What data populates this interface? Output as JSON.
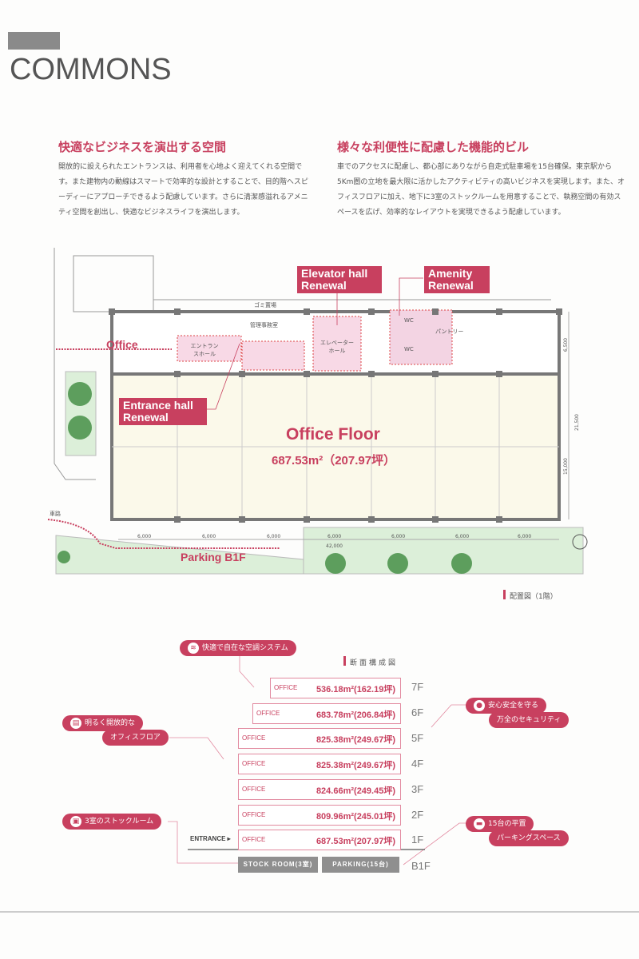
{
  "header": {
    "title": "COMMONS"
  },
  "sections": [
    {
      "heading": "快適なビジネスを演出する空間",
      "body": "開放的に設えられたエントランスは、利用者を心地よく迎えてくれる空間です。また建物内の動線はスマートで効率的な設計とすることで、目的階へスピーディーにアプローチできるよう配慮しています。さらに清潔感溢れるアメニティ空間を創出し、快適なビジネスライフを演出します。"
    },
    {
      "heading": "様々な利便性に配慮した機能的ビル",
      "body": "車でのアクセスに配慮し、都心部にありながら自走式駐車場を15台確保。東京駅から5Km圏の立地を最大限に活かしたアクティビティの高いビジネスを実現します。また、オフィスフロアに加え、地下に3室のストックルームを用意することで、執務空間の有効スペースを広げ、効率的なレイアウトを実現できるよう配慮しています。"
    }
  ],
  "plan": {
    "tags": {
      "elevator": "Elevator hall Renewal",
      "amenity": "Amenity Renewal",
      "entrance": "Entrance hall Renewal"
    },
    "office_arrow": "Office",
    "parking_arrow": "Parking B1F",
    "road": "車路",
    "rooms": {
      "garbage": "ゴミ置場",
      "management": "管理事務室",
      "entrance_hall": "エントランスホール",
      "elevator_hall": "エレベーターホール",
      "wc1": "WC",
      "wc2": "WC",
      "pantry": "パントリー"
    },
    "floor_title": "Office Floor",
    "floor_area": "687.53m²（207.97坪）",
    "dims": [
      "6,000",
      "6,000",
      "6,000",
      "6,000",
      "6,000",
      "6,000",
      "6,000"
    ],
    "total": "42,000",
    "side_dims": [
      "6,500",
      "15,000",
      "21,500"
    ],
    "caption": "配置図（1階）"
  },
  "section": {
    "caption": "断面構成図",
    "floors": [
      {
        "level": "7F",
        "label": "OFFICE",
        "area": "536.18m²(162.19坪)"
      },
      {
        "level": "6F",
        "label": "OFFICE",
        "area": "683.78m²(206.84坪)"
      },
      {
        "level": "5F",
        "label": "OFFICE",
        "area": "825.38m²(249.67坪)"
      },
      {
        "level": "4F",
        "label": "OFFICE",
        "area": "825.38m²(249.67坪)"
      },
      {
        "level": "3F",
        "label": "OFFICE",
        "area": "824.66m²(249.45坪)"
      },
      {
        "level": "2F",
        "label": "OFFICE",
        "area": "809.96m²(245.01坪)"
      },
      {
        "level": "1F",
        "label": "OFFICE",
        "area": "687.53m²(207.97坪)"
      }
    ],
    "entrance": "ENTRANCE",
    "b1": {
      "level": "B1F",
      "stock": "STOCK ROOM(3室)",
      "parking": "PARKING(15台)"
    },
    "callouts": {
      "ac": "快適で自在な空調システム",
      "open1": "明るく開放的な",
      "open2": "オフィスフロア",
      "stock": "3室のストックルーム",
      "sec1": "安心安全を守る",
      "sec2": "万全のセキュリティ",
      "park1": "15台の平置",
      "park2": "パーキングスペース"
    }
  },
  "colors": {
    "accent": "#c8405f",
    "floor": "#fbf9ea",
    "green": "#dcefd9"
  }
}
